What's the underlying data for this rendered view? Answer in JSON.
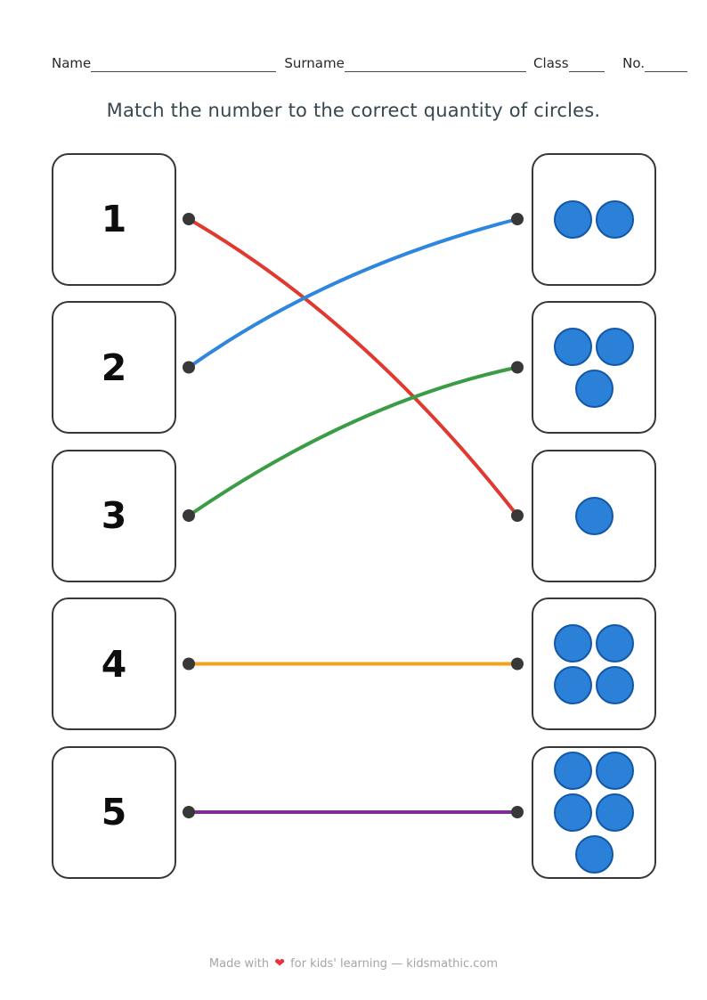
{
  "title": "Match the number to the correct quantity of circles.",
  "header": {
    "fields": [
      {
        "label": "Name"
      },
      {
        "label": "Surname"
      },
      {
        "label": "Class"
      },
      {
        "label": "No."
      }
    ]
  },
  "numbers": [
    "1",
    "2",
    "3",
    "4",
    "5"
  ],
  "quantity_boxes": [
    {
      "count": 2
    },
    {
      "count": 3
    },
    {
      "count": 1
    },
    {
      "count": 4
    },
    {
      "count": 5
    }
  ],
  "connections": [
    {
      "from_number": "1",
      "to_count": 1,
      "from_row": 0,
      "to_row": 2,
      "color": "#e0392f",
      "ctrl_offset": [
        13,
        -52
      ]
    },
    {
      "from_number": "2",
      "to_count": 2,
      "from_row": 1,
      "to_row": 0,
      "color": "#2e86de",
      "ctrl_offset": [
        -26,
        -29
      ]
    },
    {
      "from_number": "3",
      "to_count": 3,
      "from_row": 2,
      "to_row": 1,
      "color": "#3a9d46",
      "ctrl_offset": [
        3,
        -45
      ]
    },
    {
      "from_number": "4",
      "to_count": 4,
      "from_row": 3,
      "to_row": 3,
      "color": "#f5a019",
      "ctrl_offset": [
        0,
        0
      ]
    },
    {
      "from_number": "5",
      "to_count": 5,
      "from_row": 4,
      "to_row": 4,
      "color": "#7f2d94",
      "ctrl_offset": [
        0,
        0
      ]
    }
  ],
  "colors": {
    "circle_fill": "#2b80d8",
    "circle_border": "#1358a8",
    "box_border": "#373737",
    "connector_dot": "#383838",
    "title_text": "#37474f",
    "footer_text": "#a5a5a5",
    "heart": "#e8323c"
  },
  "footer": {
    "made_with": "Made with",
    "heart_icon": "❤",
    "rest": "for kids' learning — kidsmathic.com"
  }
}
